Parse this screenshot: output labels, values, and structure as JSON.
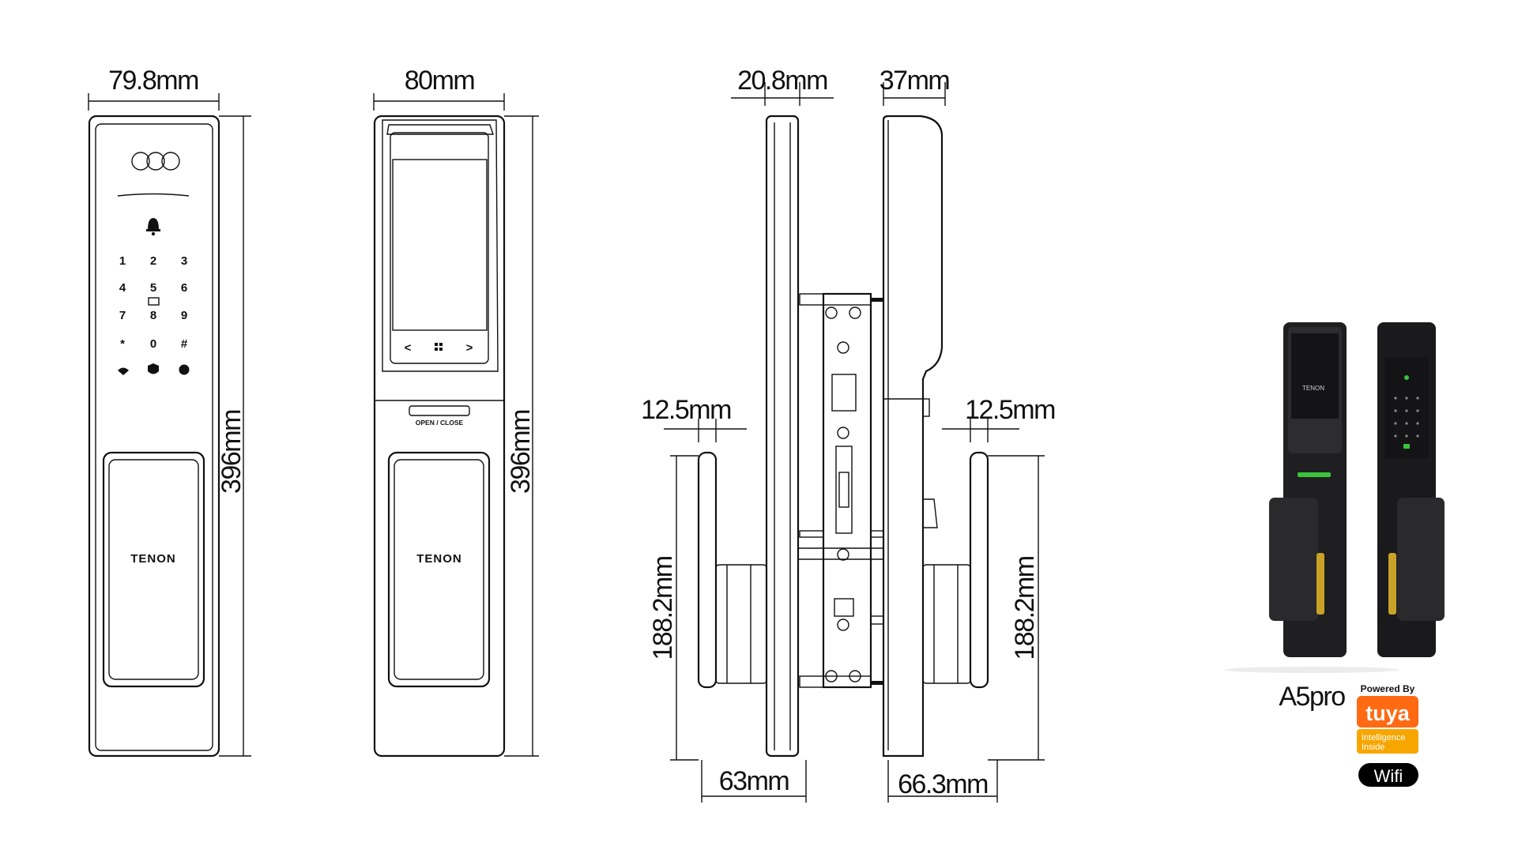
{
  "front_view": {
    "width_label": "79.8mm",
    "height_label": "396mm",
    "keypad": [
      "1",
      "2",
      "3",
      "4",
      "5",
      "6",
      "7",
      "8",
      "9",
      "*",
      "0",
      "#"
    ],
    "handle_brand": "TENON"
  },
  "screen_view": {
    "width_label": "80mm",
    "height_label": "396mm",
    "nav_left": "<",
    "nav_right": ">",
    "open_close_label": "OPEN / CLOSE",
    "handle_brand": "TENON"
  },
  "side_view": {
    "left_thickness_label": "20.8mm",
    "right_thickness_label": "37mm",
    "left_handle_gap_label": "12.5mm",
    "right_handle_gap_label": "12.5mm",
    "left_handle_height_label": "188.2mm",
    "right_handle_height_label": "188.2mm",
    "left_depth_label": "63mm",
    "right_depth_label": "66.3mm"
  },
  "product": {
    "model_name": "A5pro",
    "tuya_powered_by": "Powered By",
    "tuya_brand": "tuya",
    "tuya_tagline_line1": "Intelligence",
    "tuya_tagline_line2": "Inside",
    "wifi_badge": "Wifi",
    "photo_brand": "TENON"
  },
  "colors": {
    "line": "#111111",
    "tuya_orange": "#ff6a13",
    "tuya_yellow": "#f7a600",
    "badge_black": "#000000",
    "lock_body": "#1f1f21"
  }
}
